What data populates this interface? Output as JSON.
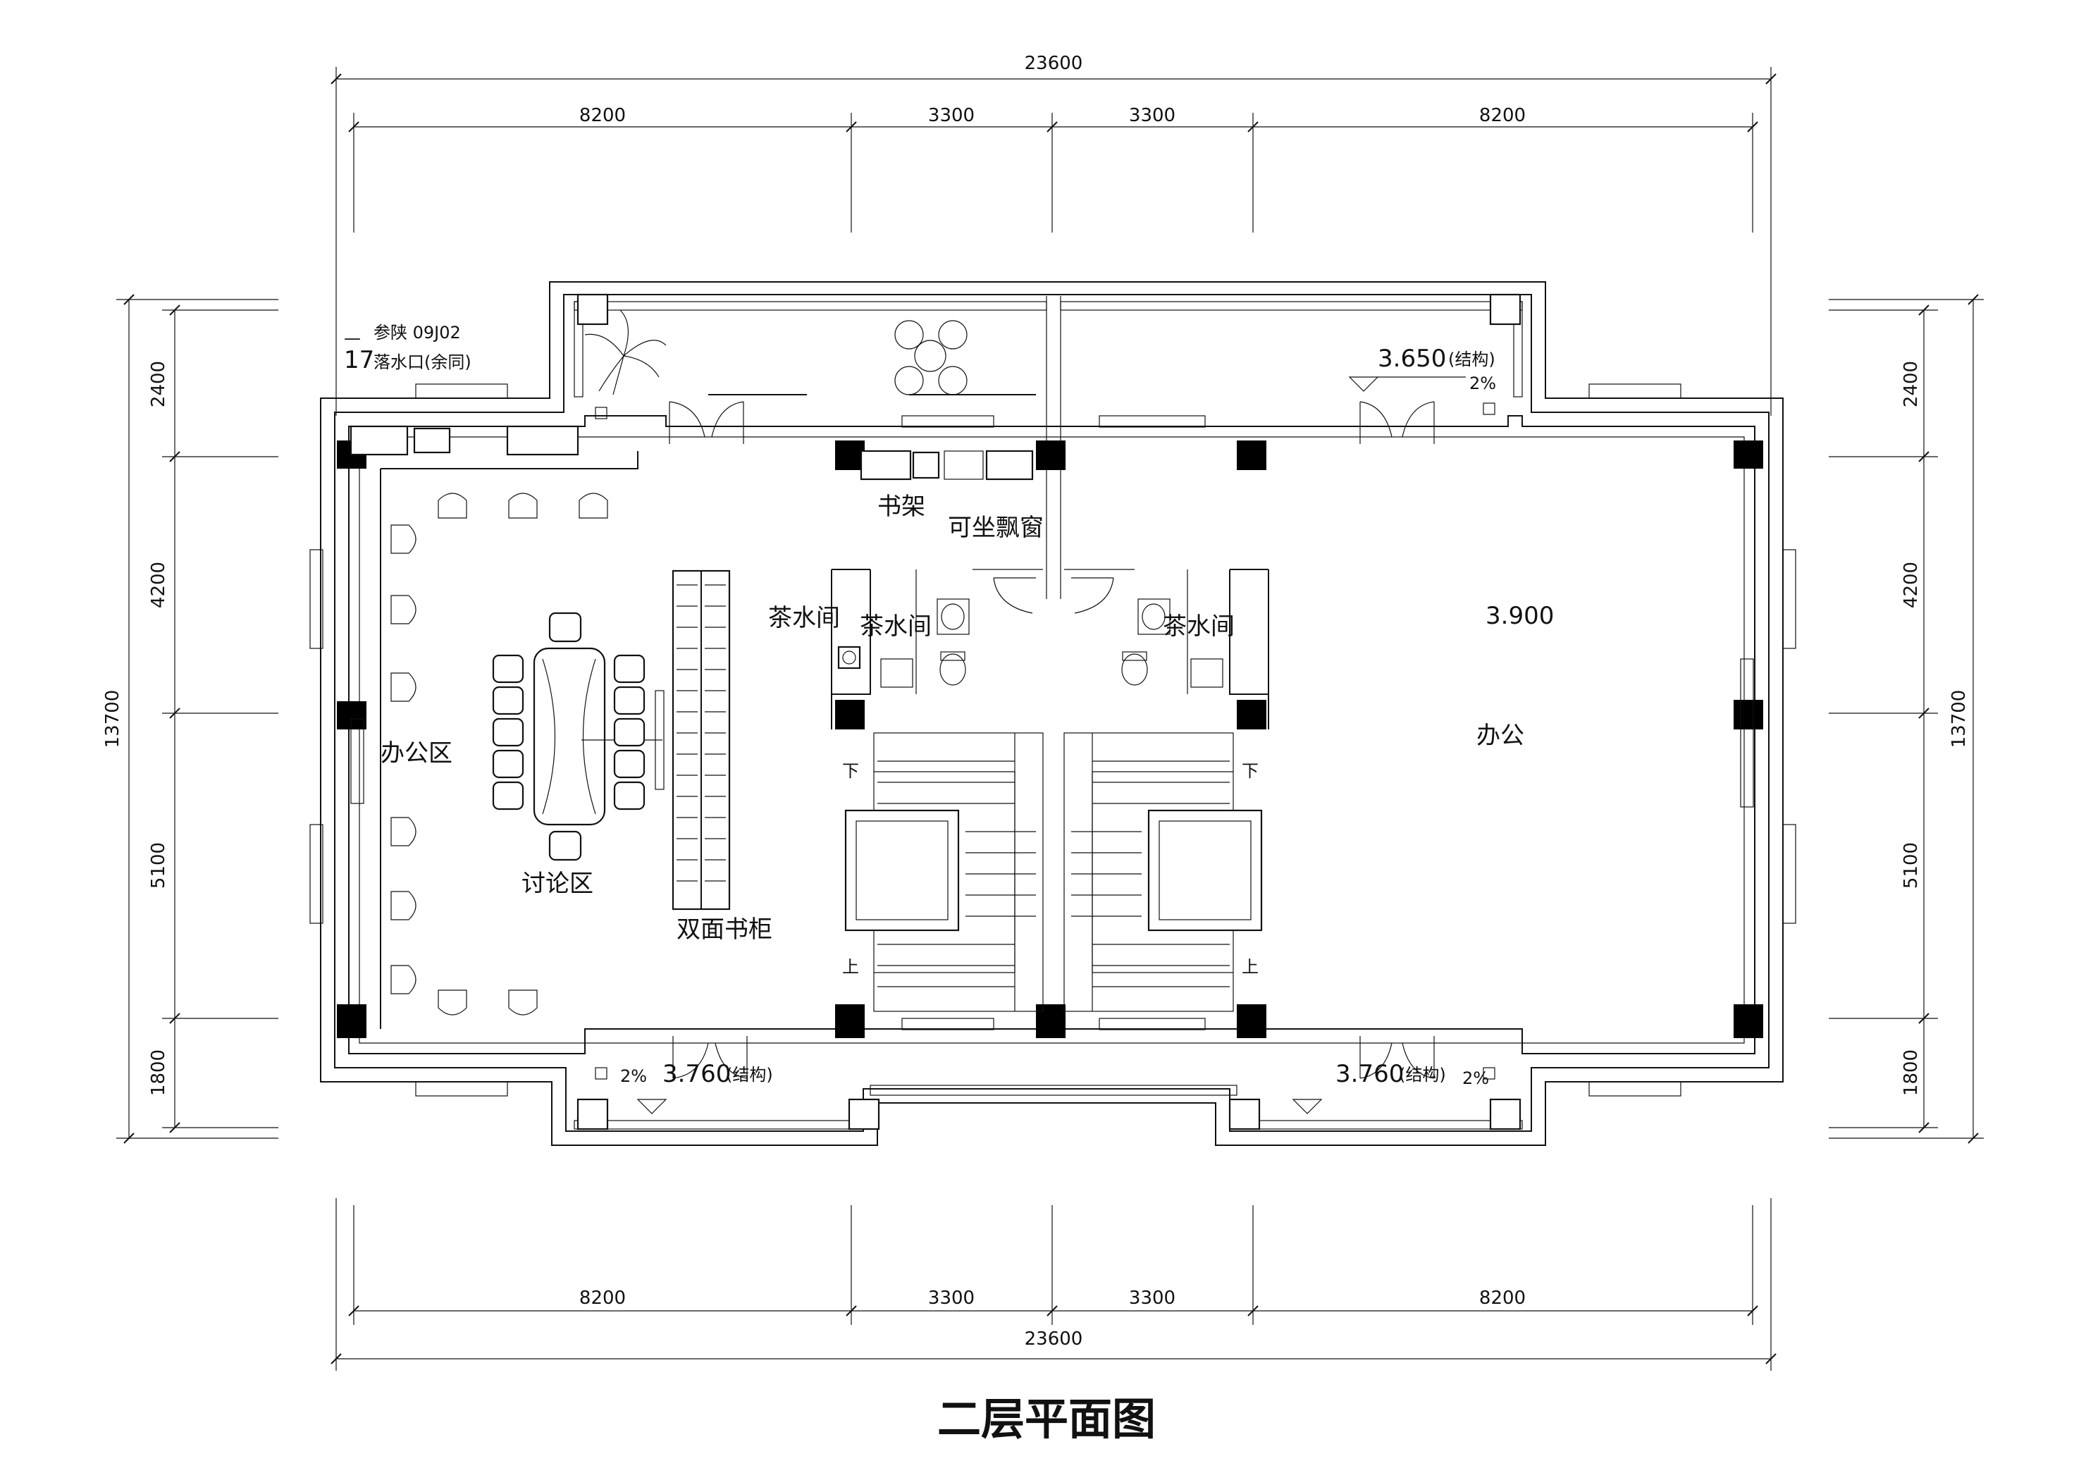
{
  "title": "二层平面图",
  "dimensions": {
    "overall_width": "23600",
    "bays": [
      "8200",
      "3300",
      "3300",
      "8200"
    ],
    "overall_depth": "13700",
    "rows": [
      "2400",
      "4200",
      "5100",
      "1800"
    ]
  },
  "rooms": {
    "office_area": "办公区",
    "discussion_area": "讨论区",
    "double_bookcase": "双面书柜",
    "bookshelf": "书架",
    "bay_window_seat": "可坐飘窗",
    "tea_room_left_outer": "茶水间",
    "tea_room_left_inner": "茶水间",
    "tea_room_right": "茶水间",
    "office_right": "办公"
  },
  "levels": {
    "floor": "3.900",
    "balcony_top": "3.650",
    "balcony_top_note": "(结构)",
    "balcony_bottom_left": "3.760",
    "balcony_bottom_left_note": "(结构)",
    "balcony_bottom_right": "3.760",
    "balcony_bottom_right_note": "(结构)"
  },
  "stairs": {
    "down_left": "下",
    "up_left": "上",
    "down_right": "下",
    "up_right": "上"
  },
  "slope": "2%",
  "note": {
    "dash": "—",
    "ref": "参陕 09J02",
    "num": "17",
    "desc": "落水口(余同)"
  }
}
